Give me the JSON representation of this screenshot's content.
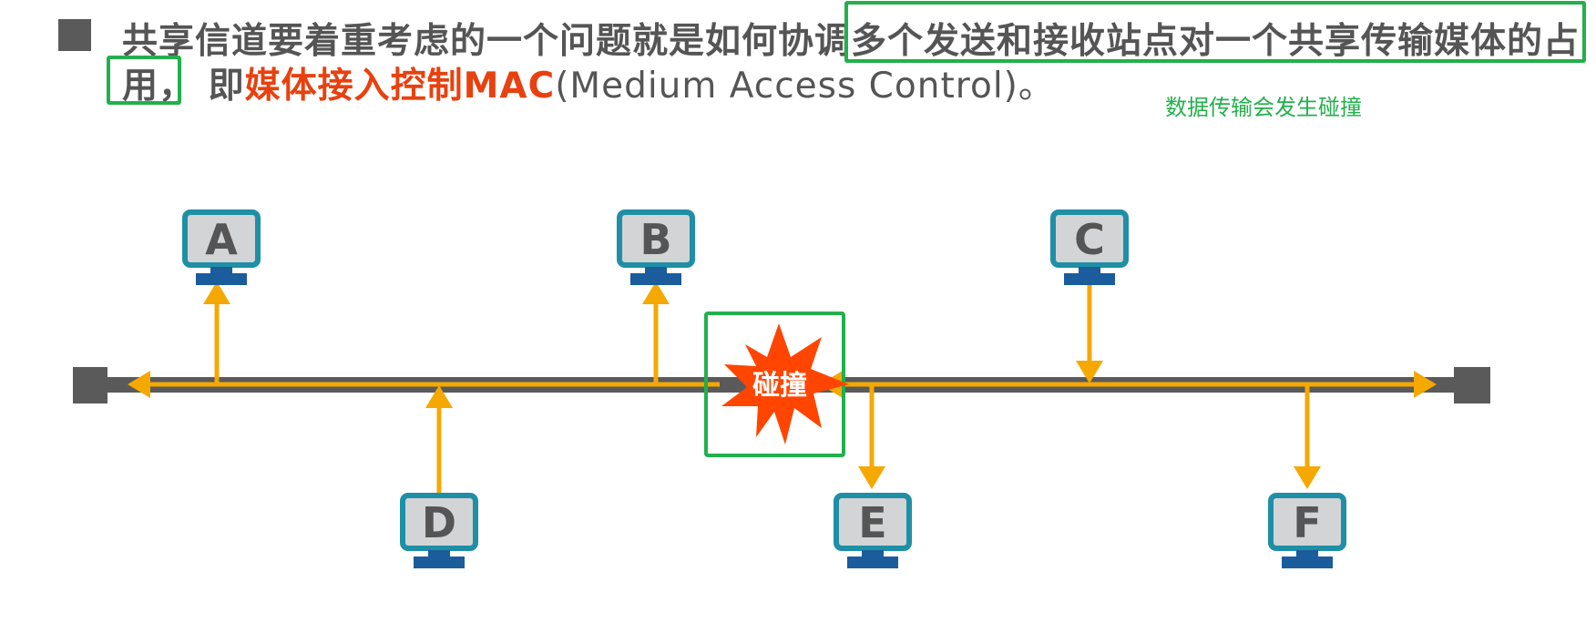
{
  "header": {
    "line1": "共享信道要着重考虑的一个问题就是如何协调多个发送和接收站点对一个共享传输媒体的占",
    "line2_prefix": "用，",
    "line2_mid": " 即",
    "line2_highlight": "媒体接入控制MAC",
    "line2_suffix": "(Medium Access Control)。"
  },
  "annotation": "数据传输会发生碰撞",
  "diagram": {
    "collision_label": "碰撞",
    "stations": [
      "A",
      "B",
      "C",
      "D",
      "E",
      "F"
    ]
  },
  "colors": {
    "signal": "#f5a800",
    "bus": "#5a5a5a",
    "highlight_box": "#22b04b",
    "collision": "#ff4500",
    "monitor_border": "#1f8fa6",
    "monitor_screen": "#d2d4d6",
    "monitor_stand": "#1a5c9c"
  }
}
